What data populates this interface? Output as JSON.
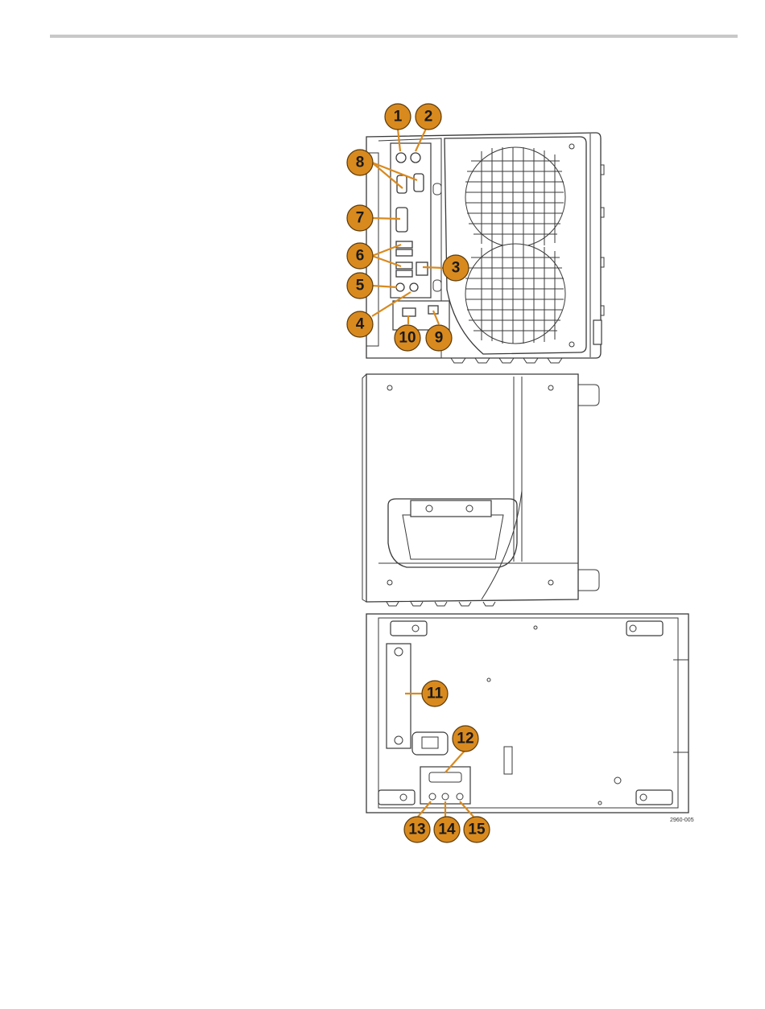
{
  "callouts": [
    "1",
    "2",
    "3",
    "4",
    "5",
    "6",
    "7",
    "8",
    "9",
    "10",
    "11",
    "12",
    "13",
    "14",
    "15"
  ],
  "figure_id": "2960-005"
}
